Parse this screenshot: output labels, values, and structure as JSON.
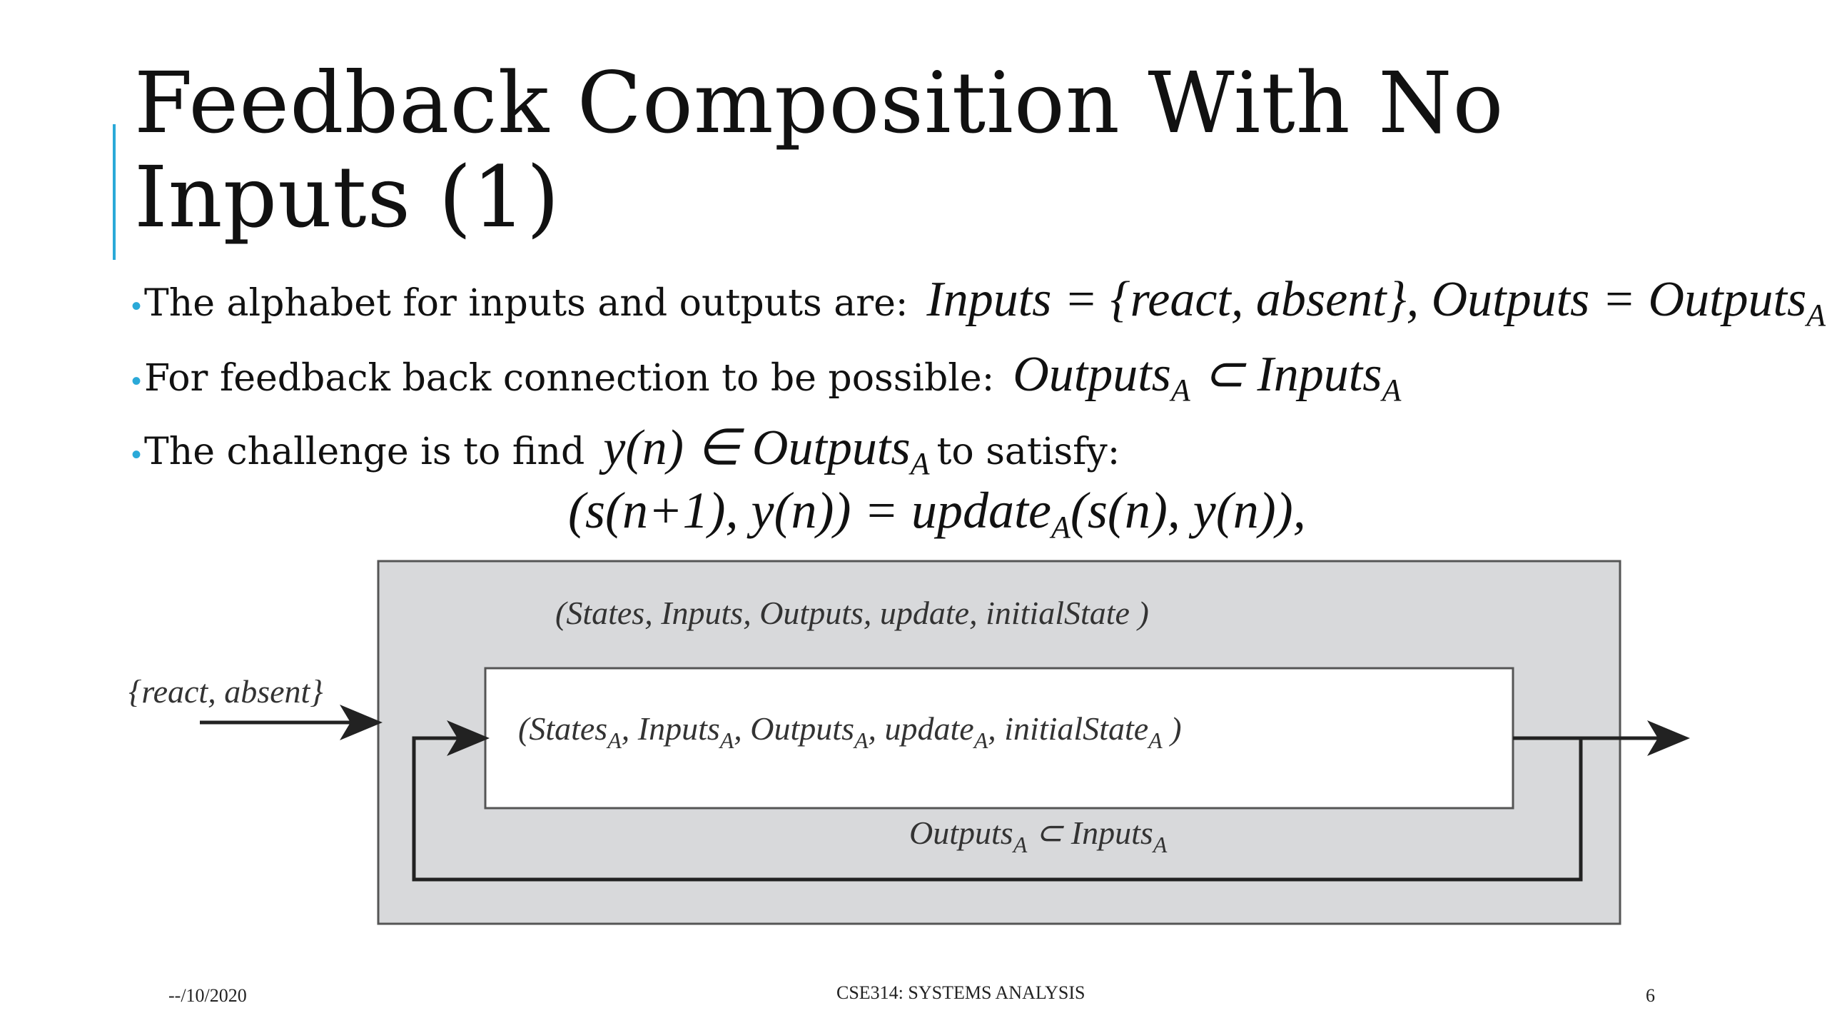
{
  "slide": {
    "title": "Feedback Composition With No Inputs (1)",
    "bullets": [
      {
        "text": "The alphabet for inputs and outputs are:",
        "math": "Inputs = {react, absent},   Outputs = Outputs",
        "math_sub": "A",
        "math_tail": "."
      },
      {
        "text": "For feedback back connection to be possible:",
        "math": "Outputs",
        "math_sub": "A",
        "math_mid": " ⊂ Inputs",
        "math_sub2": "A"
      },
      {
        "text_before": "The challenge is to find",
        "math": "y(n) ∈ Outputs",
        "math_sub": "A",
        "text_after": "to satisfy:"
      }
    ],
    "equation": {
      "left": "(s(n+1), y(n)) = update",
      "sub": "A",
      "right": "(s(n), y(n)),"
    }
  },
  "diagram": {
    "outer_label": "(States, Inputs, Outputs, update, initialState )",
    "inner_label": {
      "p1": "(States",
      "p2": ", Inputs",
      "p3": ", Outputs",
      "p4": ", update",
      "p5": ", initialState",
      "p6": " )",
      "sub": "A"
    },
    "input_label": "{react, absent}",
    "feedback_label": {
      "p1": "Outputs",
      "p2": " ⊂ Inputs",
      "sub": "A"
    },
    "colors": {
      "outer_fill": "#d8d9db",
      "outer_stroke": "#555555",
      "inner_fill": "#ffffff",
      "line": "#222222"
    }
  },
  "footer": {
    "date": "--/10/2020",
    "course": "CSE314: SYSTEMS ANALYSIS",
    "page": "6"
  },
  "theme": {
    "accent": "#2aa9d8"
  }
}
